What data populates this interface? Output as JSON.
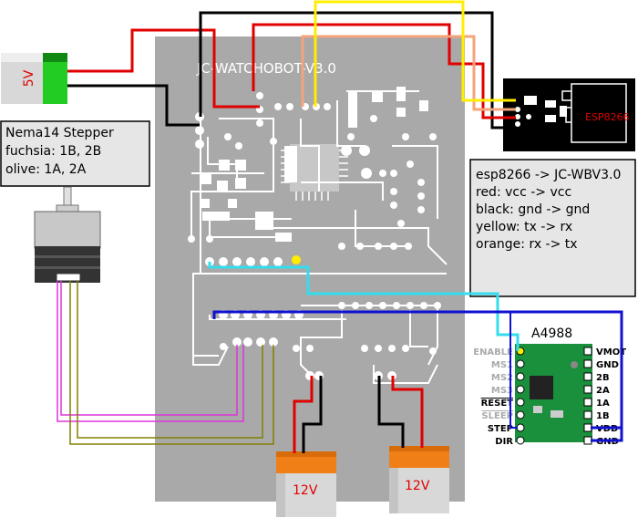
{
  "board": {
    "title": "JC-WATCHOBOT-V3.0"
  },
  "battery_5v": {
    "label": "5V"
  },
  "stepper_note": {
    "lines": [
      "Nema14 Stepper",
      "fuchsia: 1B, 2B",
      "olive: 1A, 2A"
    ]
  },
  "esp_module": {
    "label": "ESP8266"
  },
  "wiring_note": {
    "lines": [
      "esp8266 -> JC-WBV3.0",
      "red: vcc -> vcc",
      "black: gnd -> gnd",
      "yellow: tx -> rx",
      "orange: rx -> tx"
    ]
  },
  "driver": {
    "title": "A4988",
    "left_pins": [
      "ENABLE",
      "MS1",
      "MS2",
      "MS3",
      "RESET",
      "SLEEP",
      "STEP",
      "DIR"
    ],
    "right_pins": [
      "VMOT",
      "GND",
      "2B",
      "2A",
      "1A",
      "1B",
      "VDD",
      "GND"
    ]
  },
  "battery_12v_left": {
    "label": "12V"
  },
  "battery_12v_right": {
    "label": "12V"
  },
  "colors": {
    "board": "#a9a9a9",
    "wire_red": "#e00000",
    "wire_black": "#000000",
    "wire_yellow": "#ffee00",
    "wire_orange": "#f5a47a",
    "wire_cyan": "#33ddee",
    "wire_blue": "#1010d0",
    "wire_fuchsia": "#dd33dd",
    "wire_olive": "#808000",
    "battery_orange": "#f07f17",
    "driver_green": "#1a8f3c"
  }
}
